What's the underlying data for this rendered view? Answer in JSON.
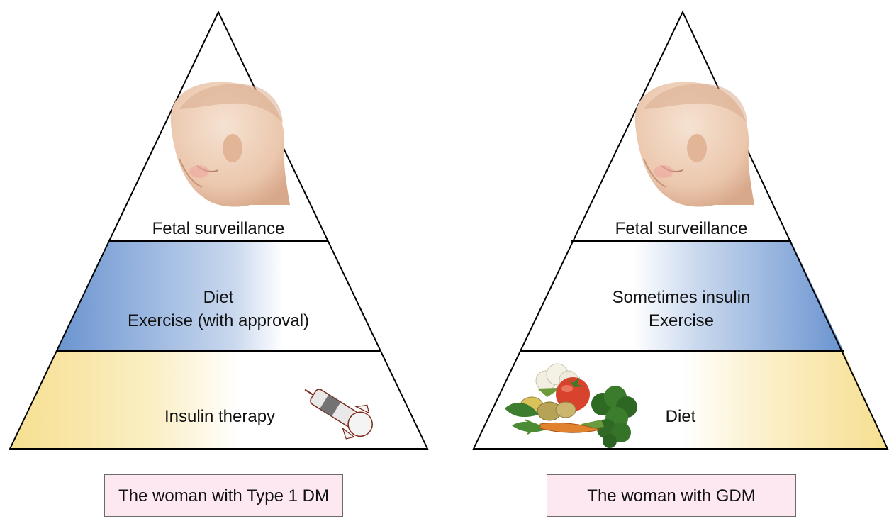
{
  "pyramids": [
    {
      "top": "Fetal surveillance",
      "middle": [
        "Diet",
        "Exercise (with approval)"
      ],
      "bottom": "Insulin therapy",
      "bottom_image": "insulin-syringe-icon",
      "caption": "The woman with Type 1 DM"
    },
    {
      "top": "Fetal surveillance",
      "middle": [
        "Sometimes insulin",
        "Exercise"
      ],
      "bottom": "Diet",
      "bottom_image": "vegetables-icon",
      "caption": "The woman with  GDM"
    }
  ],
  "colors": {
    "blue": "#6e98d2",
    "yellow": "#f7e39a",
    "caption_bg": "#fde8f1",
    "outline": "#000000"
  }
}
